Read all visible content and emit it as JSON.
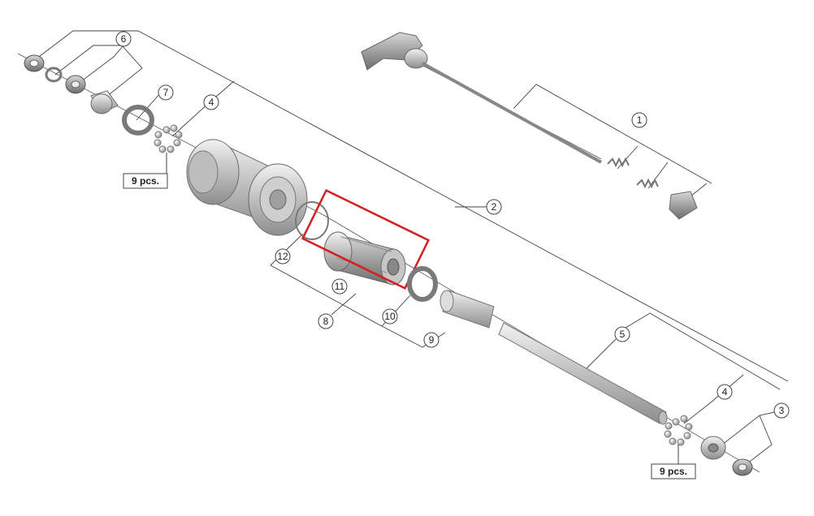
{
  "callouts": [
    {
      "id": "c1",
      "label": "1"
    },
    {
      "id": "c2",
      "label": "2"
    },
    {
      "id": "c3",
      "label": "3"
    },
    {
      "id": "c4a",
      "label": "4"
    },
    {
      "id": "c4b",
      "label": "4"
    },
    {
      "id": "c5",
      "label": "5"
    },
    {
      "id": "c6",
      "label": "6"
    },
    {
      "id": "c7",
      "label": "7"
    },
    {
      "id": "c8",
      "label": "8"
    },
    {
      "id": "c9",
      "label": "9"
    },
    {
      "id": "c10",
      "label": "10"
    },
    {
      "id": "c11",
      "label": "11"
    },
    {
      "id": "c12",
      "label": "12"
    }
  ],
  "quantity_labels": [
    {
      "id": "q1",
      "text": "9 pcs."
    },
    {
      "id": "q2",
      "text": "9 pcs."
    }
  ],
  "highlight": {
    "part": "11",
    "color": "#d42020"
  }
}
